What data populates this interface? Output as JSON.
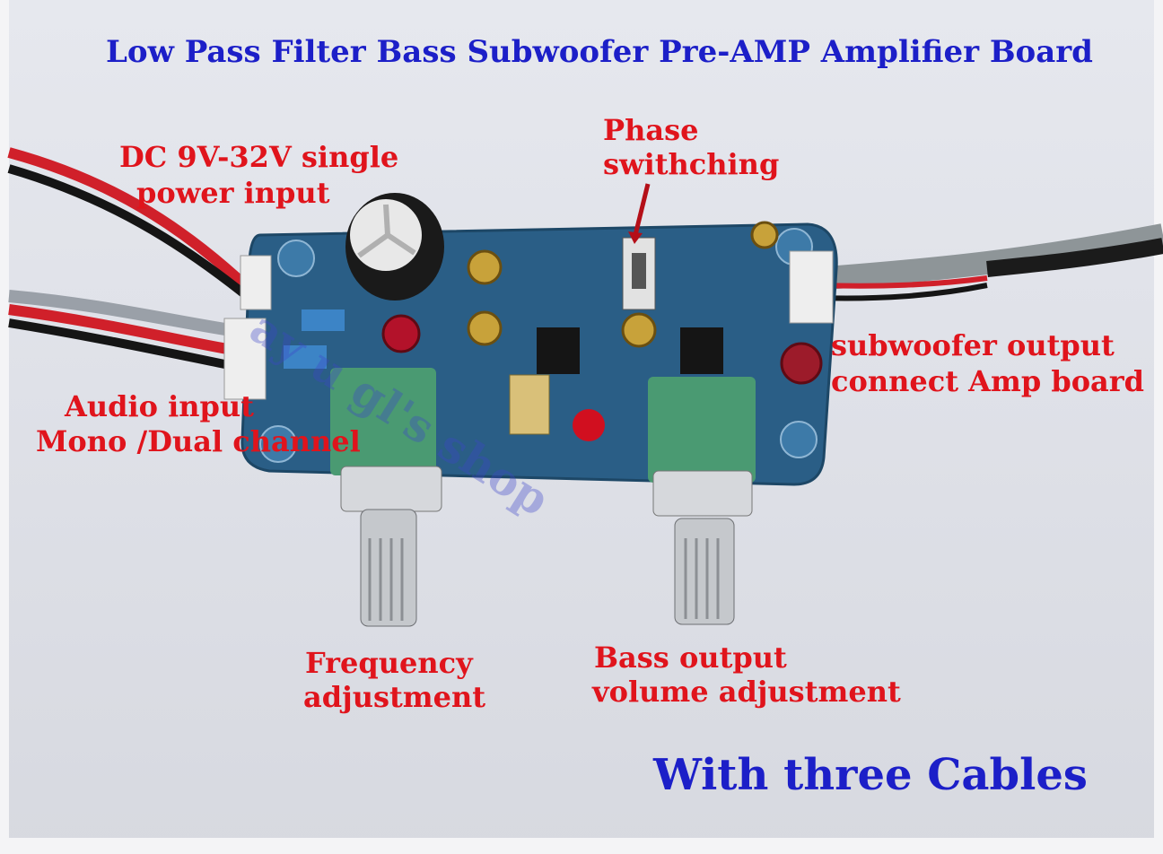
{
  "title": "Low Pass Filter Bass Subwoofer Pre-AMP Amplifier Board",
  "labels": {
    "power_input": [
      "DC 9V-32V single",
      "power input"
    ],
    "phase": [
      "Phase",
      "swithching"
    ],
    "audio_input": [
      "Audio input",
      "Mono /Dual channel"
    ],
    "subwoofer_output": [
      "subwoofer output",
      "connect Amp board"
    ],
    "frequency": [
      "Frequency",
      "adjustment"
    ],
    "bass_volume": [
      "Bass output",
      "volume adjustment"
    ]
  },
  "cables_note": "With three Cables",
  "watermark": "ay  u  gl's shop",
  "colors": {
    "annotation_red": "#e0141c",
    "title_blue": "#1c1fc8",
    "pcb_blue": "#2a5e86"
  }
}
